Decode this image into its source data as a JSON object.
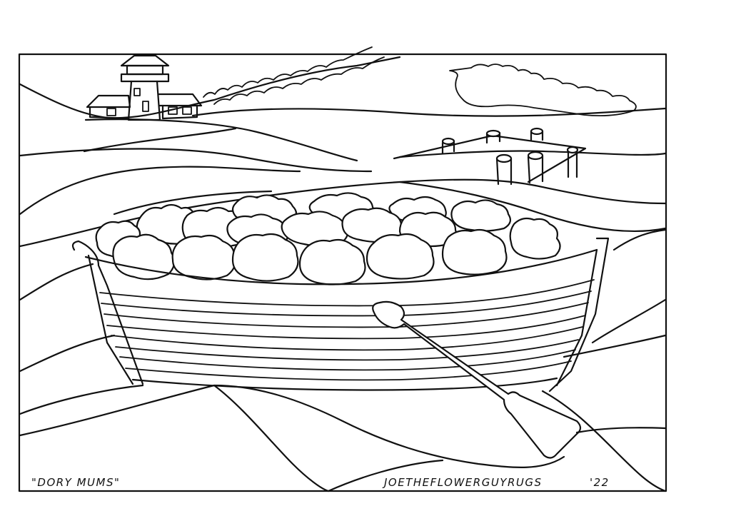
{
  "artwork": {
    "title_caption": "\"DORY MUMS\"",
    "signature": "JOETHEFLOWERGUYRUGS",
    "year": "'22",
    "ink_color": "#111111",
    "paper_color": "#ffffff"
  }
}
